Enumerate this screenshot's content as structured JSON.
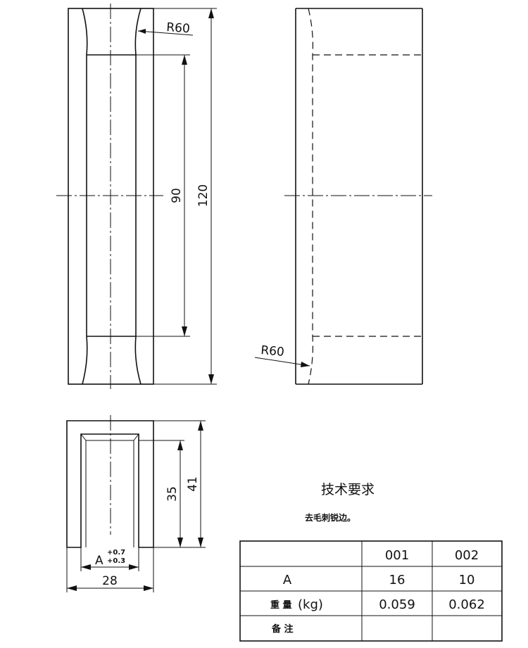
{
  "dimensions": {
    "r60_top": "R60",
    "r60_side": "R60",
    "d90": "90",
    "d120": "120",
    "d35": "35",
    "d41": "41",
    "a_label": "A",
    "a_tol_upper": "+0.7",
    "a_tol_lower": "+0.3",
    "d28": "28"
  },
  "notes": {
    "title": "技术要求",
    "line1": "去毛刺锐边。"
  },
  "table": {
    "header": [
      "",
      "001",
      "002"
    ],
    "rows": [
      {
        "label": "A",
        "v1": "16",
        "v2": "10"
      },
      {
        "label_cn": "重 量",
        "label_unit": "(kg)",
        "v1": "0.059",
        "v2": "0.062"
      },
      {
        "label": "备 注",
        "v1": "",
        "v2": ""
      }
    ]
  }
}
